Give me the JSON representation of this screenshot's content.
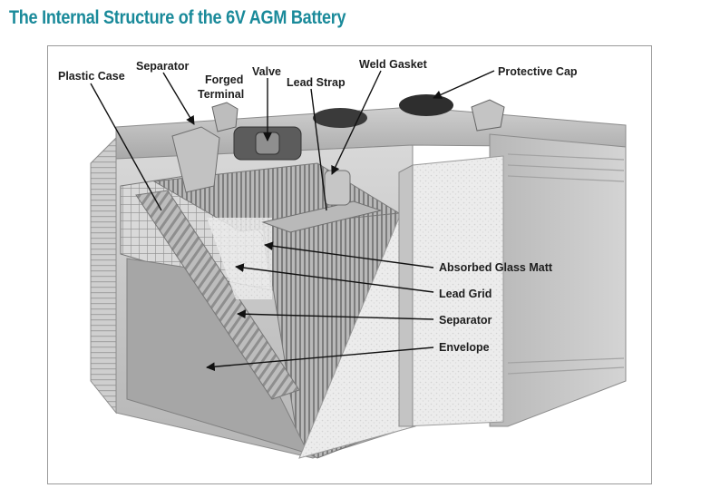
{
  "title": "The Internal Structure of the 6V AGM Battery",
  "labels": {
    "plastic_case": "Plastic Case",
    "separator_top": "Separator",
    "forged_terminal_line1": "Forged",
    "forged_terminal_line2": "Terminal",
    "valve": "Valve",
    "lead_strap": "Lead Strap",
    "weld_gasket": "Weld Gasket",
    "protective_cap": "Protective Cap",
    "absorbed_glass_matt": "Absorbed Glass Matt",
    "lead_grid": "Lead Grid",
    "separator_right": "Separator",
    "envelope": "Envelope"
  },
  "colors": {
    "title": "#1a8a9a",
    "case": "#c9c9c9",
    "case_dark": "#9c9c9c",
    "glass_matt": "#e6e6e6",
    "lead_grid": "#8a8a8a",
    "callout": "#111111"
  }
}
